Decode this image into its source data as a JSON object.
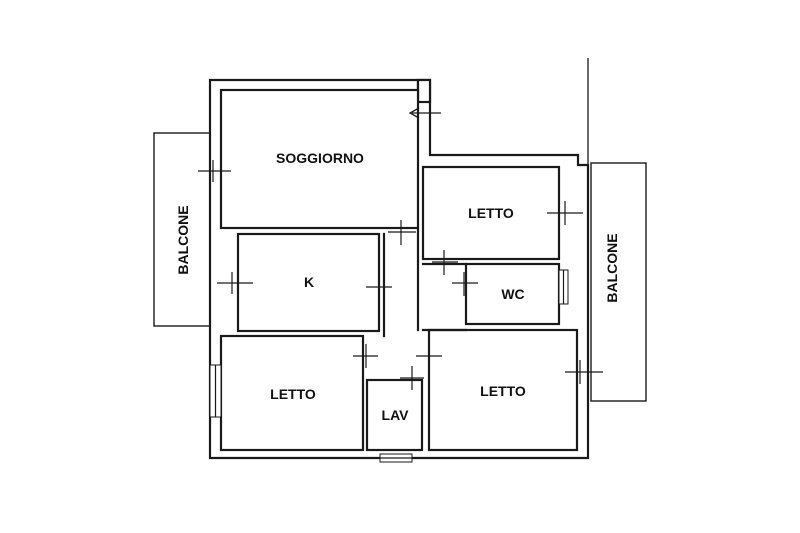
{
  "rooms": {
    "soggiorno": "SOGGIORNO",
    "letto_ne": "LETTO",
    "k": "K",
    "wc": "WC",
    "letto_sw": "LETTO",
    "lav": "LAV",
    "letto_se": "LETTO",
    "balcone_left": "BALCONE",
    "balcone_right": "BALCONE"
  }
}
